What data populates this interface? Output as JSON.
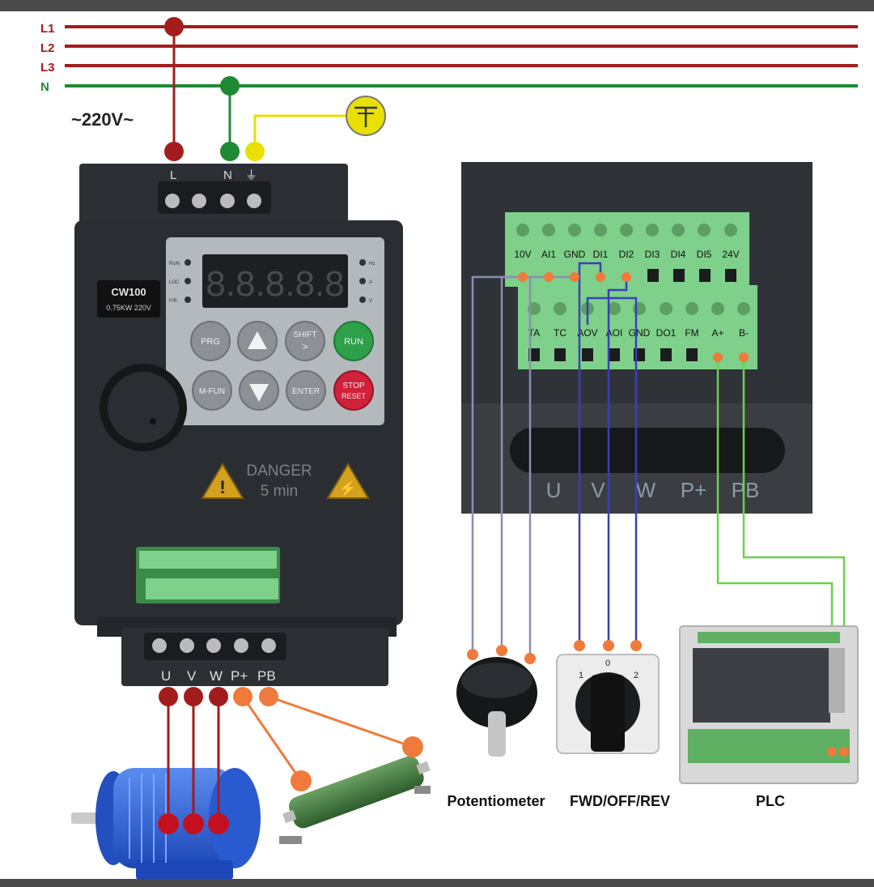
{
  "supply": {
    "lines": [
      {
        "label": "L1",
        "color": "#a31c1c"
      },
      {
        "label": "L2",
        "color": "#a31c1c"
      },
      {
        "label": "L3",
        "color": "#a31c1c"
      },
      {
        "label": "N",
        "color": "#1e8a34"
      }
    ],
    "voltage": "~220V~"
  },
  "vfd": {
    "input_terminals": [
      "L",
      "N",
      "⏚"
    ],
    "model": "CW100",
    "rating": "0.75KW 220V",
    "display": "8.8.8.8.8",
    "leds_left": [
      "RUN",
      "LOC",
      "F/R"
    ],
    "leds_right": [
      "Hz",
      "A",
      "V"
    ],
    "keys": [
      {
        "label": "PRG",
        "color": "#8d9096"
      },
      {
        "label": "▲",
        "color": "#8d9096"
      },
      {
        "label": "SHIFT",
        "sub": ">",
        "color": "#8d9096"
      },
      {
        "label": "RUN",
        "color": "#2ea04a"
      },
      {
        "label": "M-FUN",
        "color": "#8d9096"
      },
      {
        "label": "▼",
        "color": "#8d9096"
      },
      {
        "label": "ENTER",
        "color": "#8d9096"
      },
      {
        "label": "STOP",
        "sub": "RESET",
        "color": "#d0203a"
      }
    ],
    "warning_title": "DANGER",
    "warning_time": "5 min",
    "output_terminals": [
      "U",
      "V",
      "W",
      "P+",
      "PB"
    ]
  },
  "control_block": {
    "top_row": [
      "10V",
      "AI1",
      "GND",
      "DI1",
      "DI2",
      "DI3",
      "DI4",
      "DI5",
      "24V"
    ],
    "bottom_row": [
      "TA",
      "TC",
      "AOV",
      "AOI",
      "GND",
      "DO1",
      "FM",
      "A+",
      "B-"
    ],
    "power_row": [
      "U",
      "V",
      "W",
      "P+",
      "PB"
    ]
  },
  "selector": {
    "positions": [
      "1",
      "0",
      "2"
    ]
  },
  "captions": {
    "potentiometer": "Potentiometer",
    "switch": "FWD/OFF/REV",
    "plc": "PLC"
  },
  "colors": {
    "phase": "#a31c1c",
    "neutral": "#1e8a34",
    "earth": "#e8e000",
    "brake": "#ef7a3c",
    "signal": "#3a3fb8",
    "comms": "#6ad24a",
    "terminal_green": "#7fd08a"
  }
}
